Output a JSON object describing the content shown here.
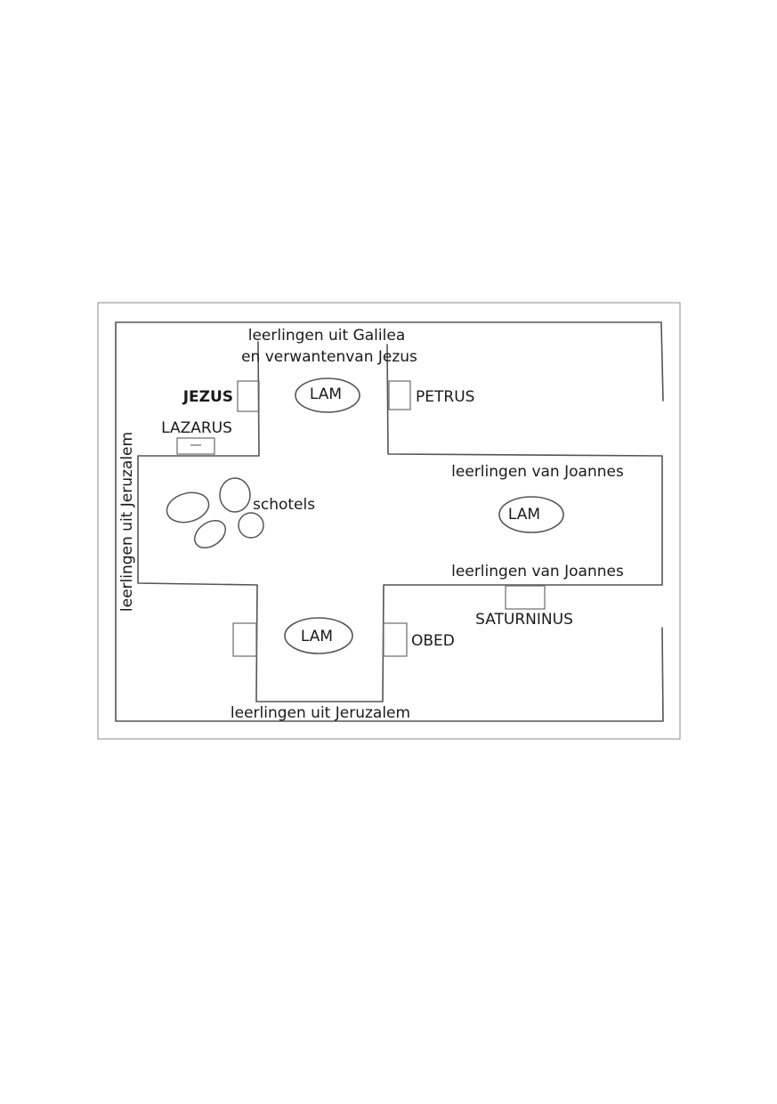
{
  "labels": {
    "north_line1": "leerlingen uit Galilea",
    "north_line2": "en verwantenvan Jezus",
    "jezus": "JEZUS",
    "petrus": "PETRUS",
    "lazarus": "LAZARUS",
    "west_side": "leerlingen uit Jeruzalem",
    "schotels": "schotels",
    "east_top": "leerlingen van Joannes",
    "east_bottom": "leerlingen van Joannes",
    "saturninus": "SATURNINUS",
    "obed": "OBED",
    "south": "leerlingen uit Jeruzalem",
    "lamb_north": "LAM",
    "lamb_east": "LAM",
    "lamb_south": "LAM"
  },
  "colors": {
    "line": "#555555",
    "text": "#1a1a1a",
    "frame": "#8a8a8a"
  }
}
